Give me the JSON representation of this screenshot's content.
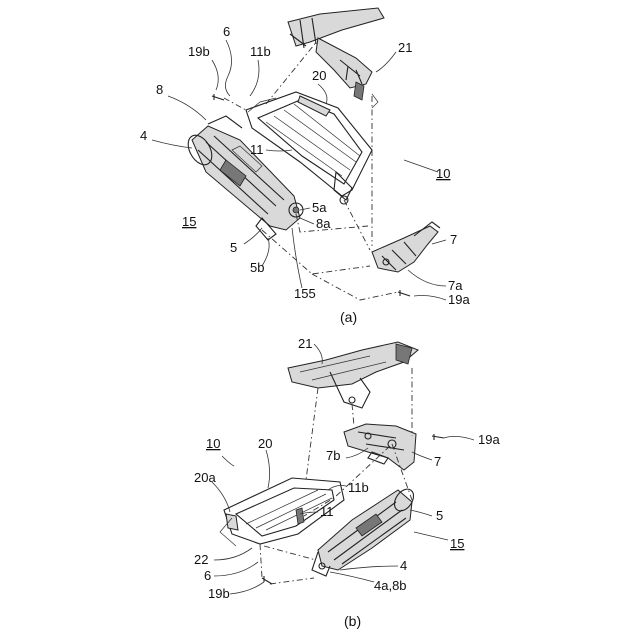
{
  "figure_a": {
    "caption": "(a)",
    "labels": {
      "l6": "6",
      "l19b": "19b",
      "l11b": "11b",
      "l21": "21",
      "l8": "8",
      "l20": "20",
      "l4": "4",
      "l11": "11",
      "l10": "10",
      "l5a": "5a",
      "l8a": "8a",
      "l15": "15",
      "l7": "7",
      "l5": "5",
      "l5b": "5b",
      "l7a": "7a",
      "l155": "155",
      "l19a": "19a"
    }
  },
  "figure_b": {
    "caption": "(b)",
    "labels": {
      "l21": "21",
      "l19a": "19a",
      "l10": "10",
      "l20": "20",
      "l7b": "7b",
      "l7": "7",
      "l20a": "20a",
      "l11b": "11b",
      "l11": "11",
      "l5": "5",
      "l15": "15",
      "l22": "22",
      "l6": "6",
      "l4": "4",
      "l19b": "19b",
      "l4a8b": "4a,8b"
    }
  }
}
